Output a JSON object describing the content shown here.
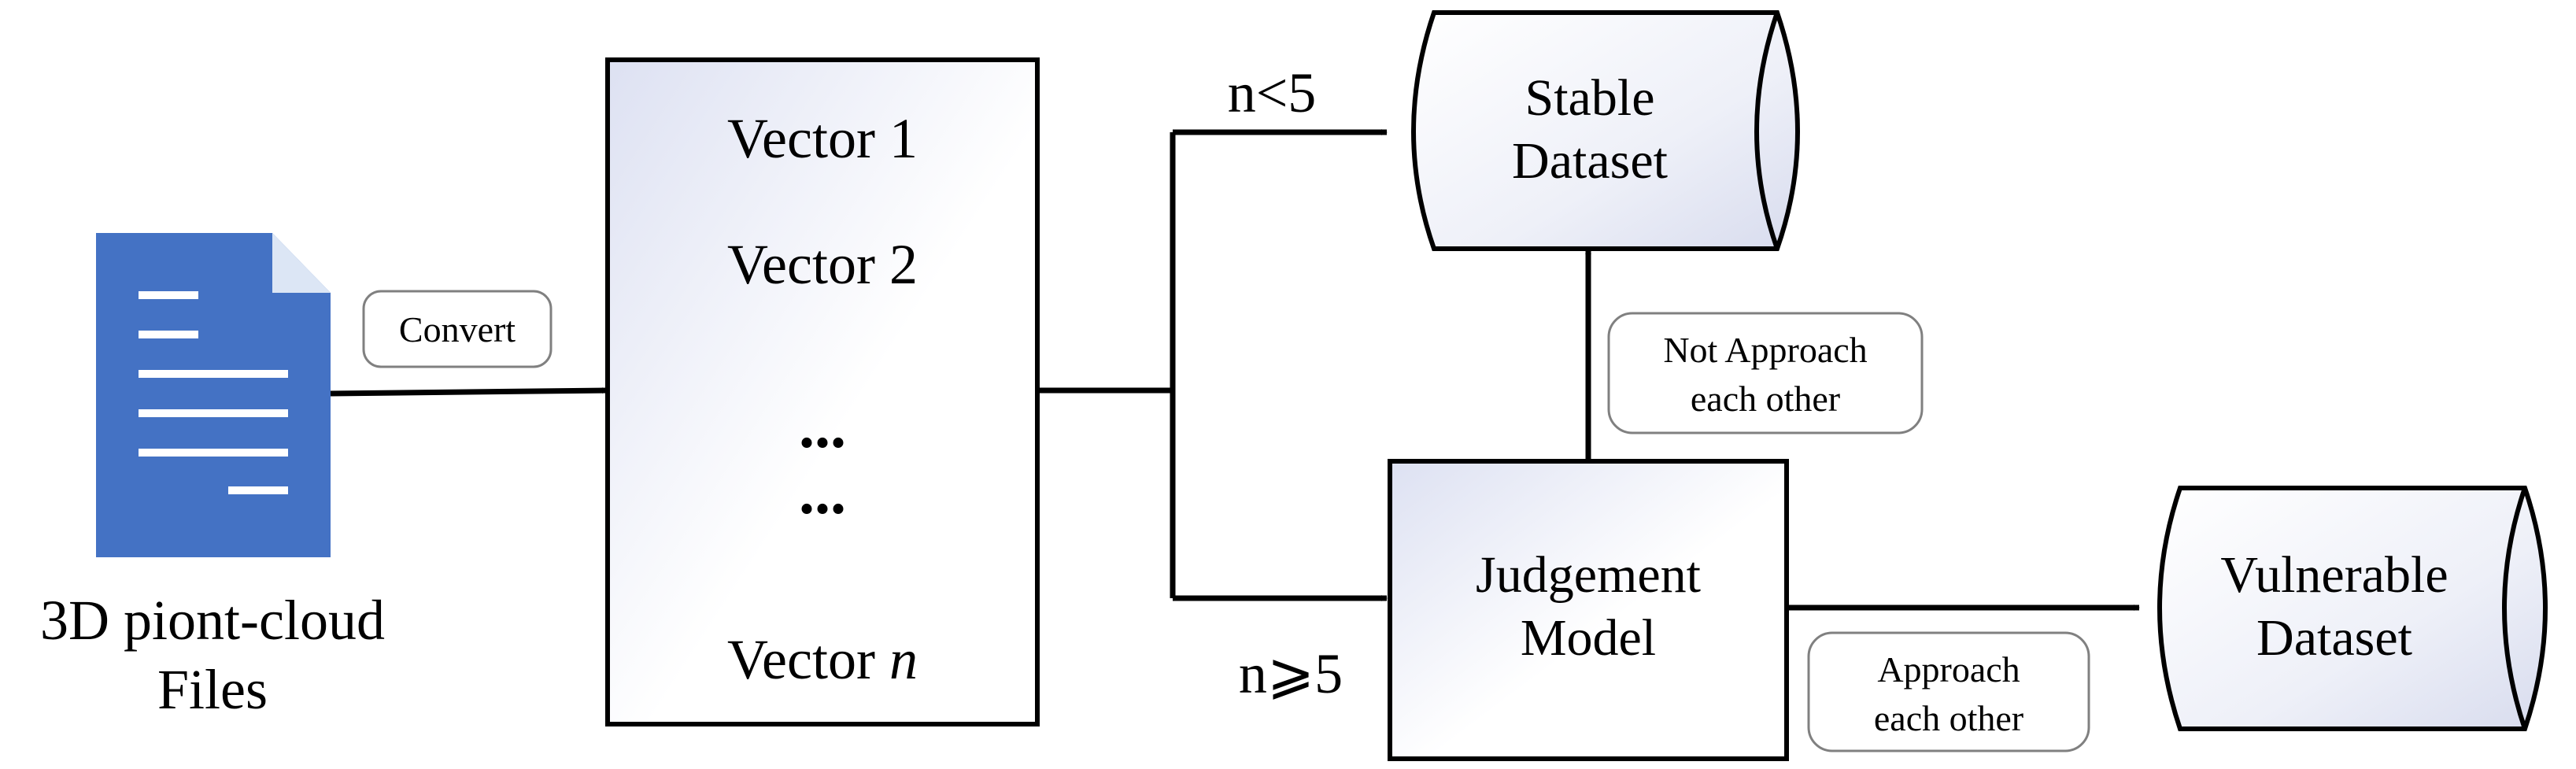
{
  "diagram": {
    "file_icon": "document-icon",
    "file_label": {
      "line1": "3D piont-cloud",
      "line2": "Files"
    },
    "convert_label": "Convert",
    "vectors": {
      "v1": "Vector 1",
      "v2": "Vector 2",
      "ellipsis1": "...",
      "ellipsis2": "...",
      "vn_prefix": "Vector ",
      "vn_var": "n"
    },
    "branch_upper": "n<5",
    "branch_lower": "n⩾5",
    "stable_dataset": {
      "line1": "Stable",
      "line2": "Dataset"
    },
    "judgement_model": {
      "line1": "Judgement",
      "line2": "Model"
    },
    "not_approach": {
      "line1": "Not Approach",
      "line2": "each other"
    },
    "approach": {
      "line1": "Approach",
      "line2": "each other"
    },
    "vulnerable_dataset": {
      "line1": "Vulnerable",
      "line2": "Dataset"
    },
    "colors": {
      "icon_blue": "#4472C4",
      "icon_fold": "#DCE6F5",
      "box_grad_light": "#FFFFFF",
      "box_grad_dark": "#DDE1F2",
      "stroke": "#000000"
    }
  }
}
